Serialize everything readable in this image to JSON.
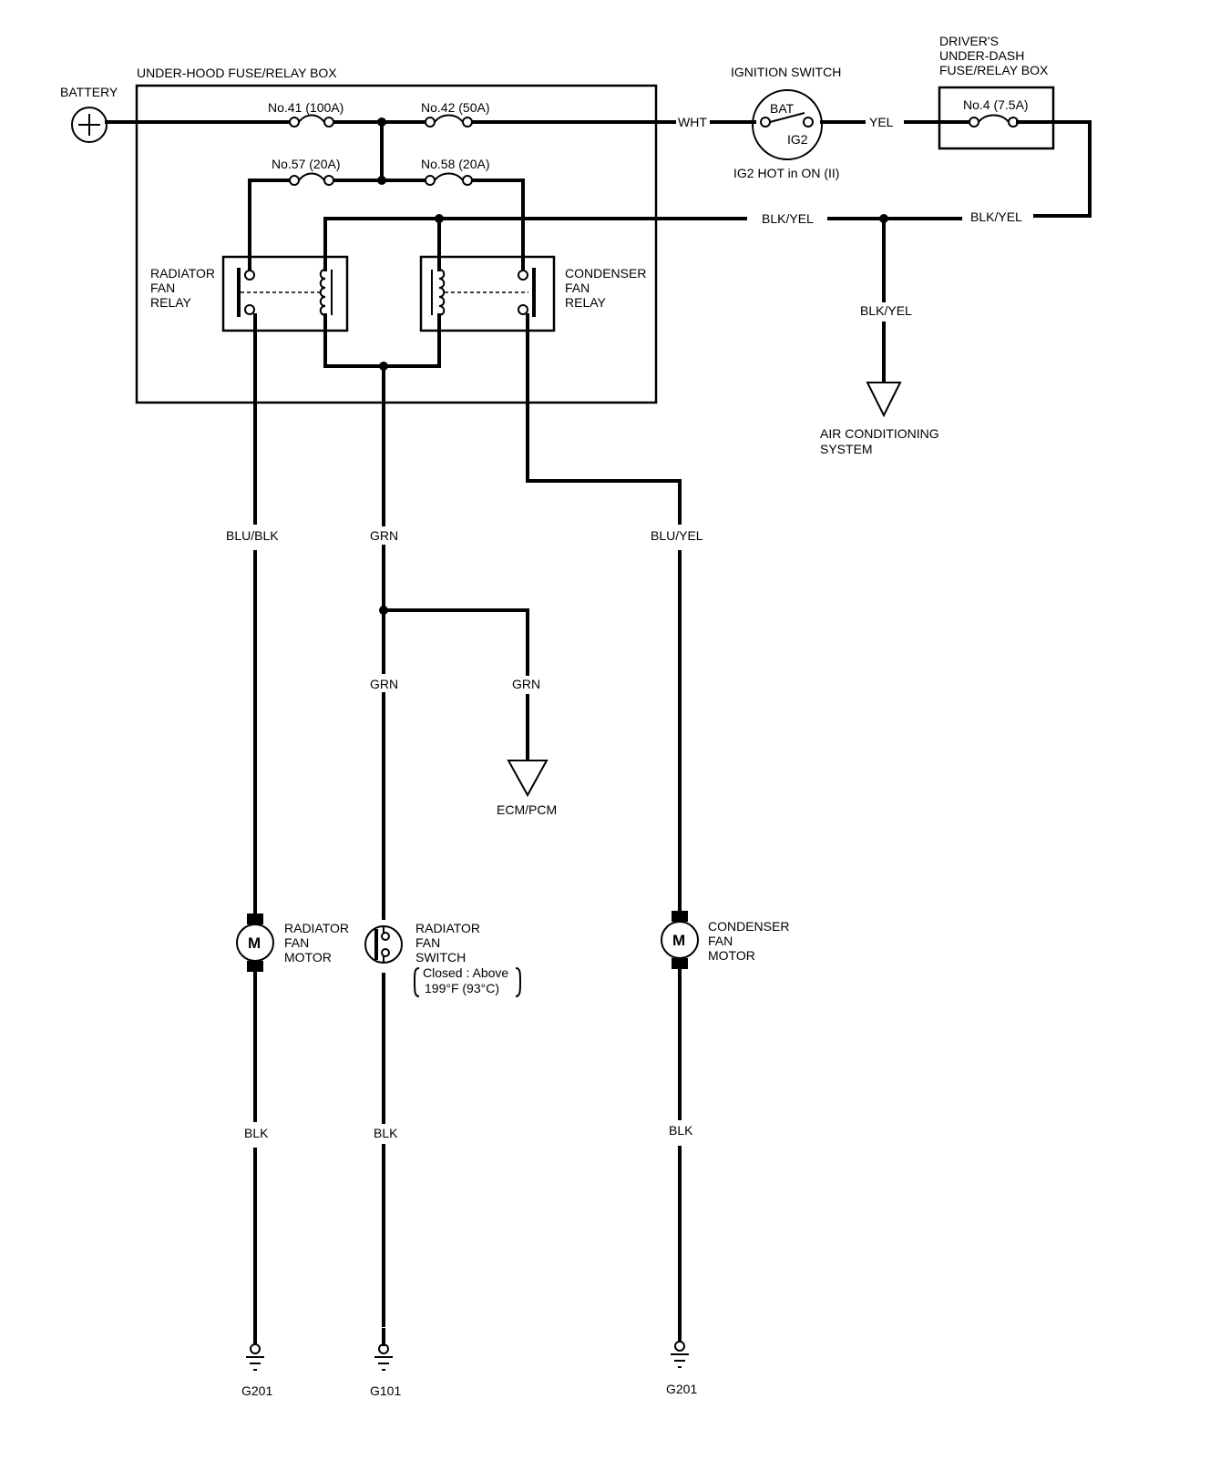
{
  "labels": {
    "battery": "BATTERY",
    "under_hood_box": "UNDER-HOOD FUSE/RELAY BOX",
    "fuse_41": "No.41 (100A)",
    "fuse_42": "No.42 (50A)",
    "fuse_57": "No.57 (20A)",
    "fuse_58": "No.58 (20A)",
    "ignition_switch": "IGNITION SWITCH",
    "ign_bat": "BAT",
    "ign_ig2": "IG2",
    "ign_note": "IG2 HOT in ON (II)",
    "driver_box_line1": "DRIVER'S",
    "driver_box_line2": "UNDER-DASH",
    "driver_box_line3": "FUSE/RELAY BOX",
    "fuse_4": "No.4 (7.5A)",
    "radiator_relay_line1": "RADIATOR",
    "radiator_relay_line2": "FAN",
    "radiator_relay_line3": "RELAY",
    "condenser_relay_line1": "CONDENSER",
    "condenser_relay_line2": "FAN",
    "condenser_relay_line3": "RELAY",
    "air_conditioning_line1": "AIR CONDITIONING",
    "air_conditioning_line2": "SYSTEM",
    "ecm_pcm": "ECM/PCM",
    "radiator_motor_line1": "RADIATOR",
    "radiator_motor_line2": "FAN",
    "radiator_motor_line3": "MOTOR",
    "radiator_switch_line1": "RADIATOR",
    "radiator_switch_line2": "FAN",
    "radiator_switch_line3": "SWITCH",
    "radiator_switch_note1": "Closed : Above",
    "radiator_switch_note2": "199°F (93°C)",
    "condenser_motor_line1": "CONDENSER",
    "condenser_motor_line2": "FAN",
    "condenser_motor_line3": "MOTOR",
    "motor_symbol": "M",
    "ground_left": "G201",
    "ground_mid": "G101",
    "ground_right": "G201"
  },
  "wires": {
    "wht": "WHT",
    "yel": "YEL",
    "blk_yel_main": "BLK/YEL",
    "blk_yel_right": "BLK/YEL",
    "blk_yel_drop": "BLK/YEL",
    "blu_blk": "BLU/BLK",
    "grn_top": "GRN",
    "blu_yel": "BLU/YEL",
    "grn_mid": "GRN",
    "grn_branch": "GRN",
    "blk_left": "BLK",
    "blk_mid": "BLK",
    "blk_right": "BLK"
  }
}
